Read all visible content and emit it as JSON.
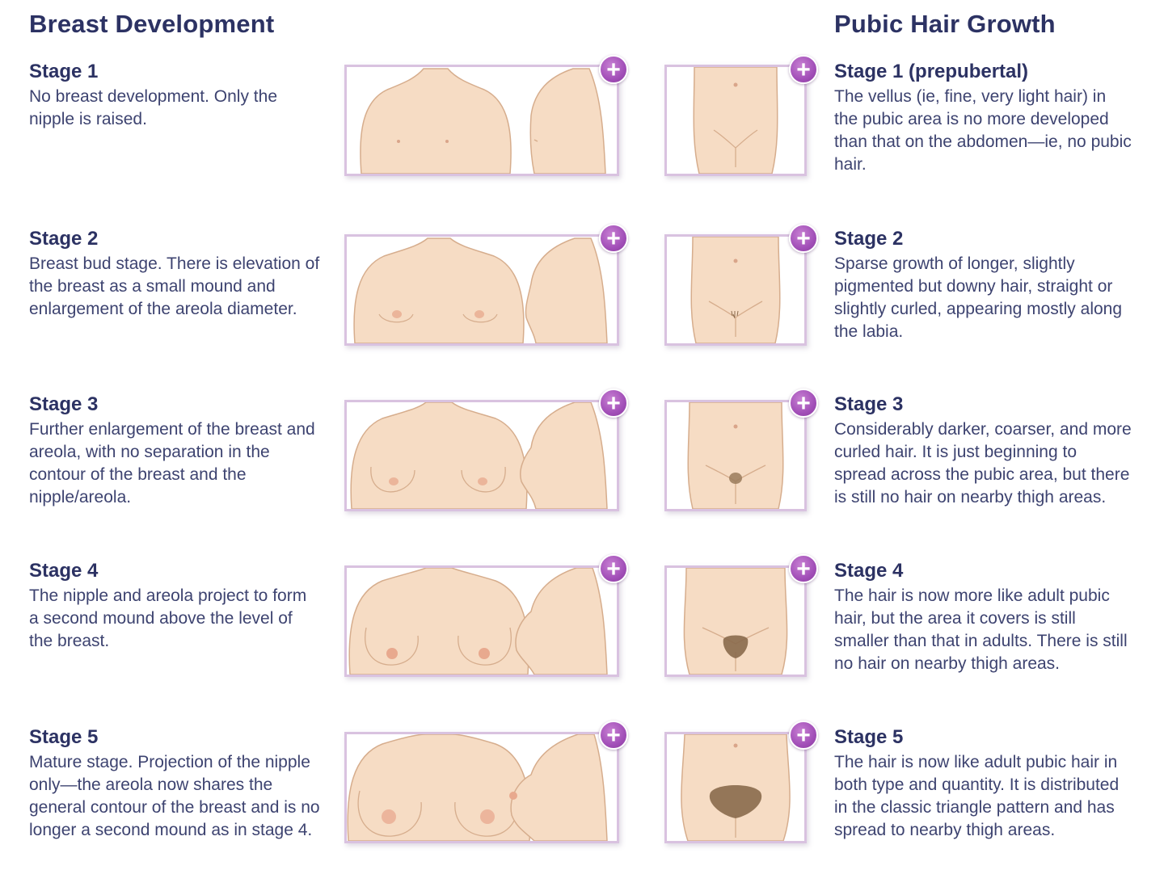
{
  "breast": {
    "heading": "Breast Development",
    "stages": [
      {
        "title": "Stage 1",
        "desc": "No breast development. Only the nipple is raised."
      },
      {
        "title": "Stage 2",
        "desc": "Breast bud stage. There is elevation of the breast as a small mound and enlargement of the areola diameter."
      },
      {
        "title": "Stage 3",
        "desc": "Further enlargement of the breast and areola, with no separation in the contour of the breast and the nipple/areola."
      },
      {
        "title": "Stage 4",
        "desc": "The nipple and areola project to form a second mound above the level of the breast."
      },
      {
        "title": "Stage 5",
        "desc": "Mature stage. Projection of the nipple only—the areola now shares the general contour of the breast and is no longer a second mound as in stage 4."
      }
    ]
  },
  "pubic": {
    "heading": "Pubic Hair Growth",
    "stages": [
      {
        "title": "Stage 1 (prepubertal)",
        "desc": "The vellus (ie, fine, very light hair) in the pubic area is no more developed than that on the abdomen—ie, no pubic hair."
      },
      {
        "title": "Stage 2",
        "desc": "Sparse growth of longer, slightly pigmented but downy hair, straight or slightly curled, appearing mostly along the labia."
      },
      {
        "title": "Stage 3",
        "desc": "Considerably darker, coarser, and more curled hair. It is just beginning to spread across the pubic area, but there is still no hair on nearby thigh areas."
      },
      {
        "title": "Stage 4",
        "desc": "The hair is now more like adult pubic hair, but the area it covers is still smaller than that in adults. There is still no hair on nearby thigh areas."
      },
      {
        "title": "Stage 5",
        "desc": "The hair is now like adult pubic hair in both type and quantity. It is distributed in the classic triangle pattern and has spread to nearby thigh areas."
      }
    ]
  },
  "expand_icon": "plus-circle-icon",
  "colors": {
    "text": "#2c3263",
    "frame": "#d9c2e0",
    "button": "#a24fb8",
    "skin": "#f6dcc4",
    "skin_outline": "#d6ad8d",
    "hair": "#8a6a4c"
  }
}
